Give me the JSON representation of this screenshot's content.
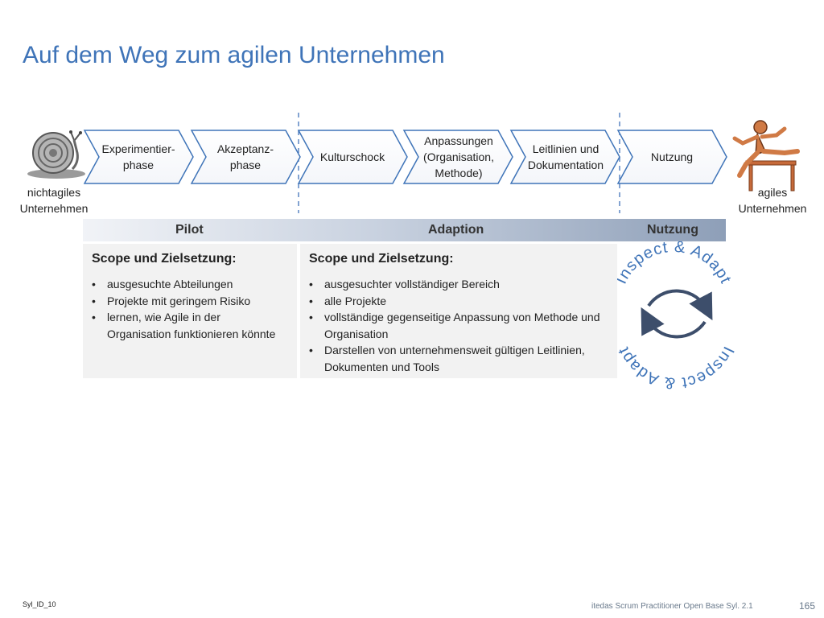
{
  "title": "Auf dem Weg zum agilen Unternehmen",
  "start_label": "nichtagiles Unternehmen",
  "end_label": "agiles Unternehmen",
  "phases": [
    {
      "label": "Experimentier-\nphase"
    },
    {
      "label": "Akzeptanz-\nphase"
    },
    {
      "label": "Kulturschock"
    },
    {
      "label": "Anpassungen\n(Organisation,\nMethode)"
    },
    {
      "label": "Leitlinien und\nDokumentation"
    },
    {
      "label": "Nutzung"
    }
  ],
  "band": {
    "pilot": "Pilot",
    "adaption": "Adaption",
    "nutzung": "Nutzung"
  },
  "pilot_box": {
    "heading": "Scope und Zielsetzung:",
    "items": [
      "ausgesuchte Abteilungen",
      "Projekte mit geringem Risiko",
      "lernen, wie Agile in der Organisation funktionieren könnte"
    ]
  },
  "adaption_box": {
    "heading": "Scope und Zielsetzung:",
    "items": [
      "ausgesuchter vollständiger Bereich",
      "alle Projekte",
      "vollständige gegenseitige Anpassung von Methode und Organisation",
      "Darstellen von unternehmensweit gültigen Leitlinien, Dokumenten und Tools"
    ]
  },
  "cycle": {
    "top_text": "Inspect & Adapt",
    "bottom_text": "Inspect & Adapt"
  },
  "footer": {
    "left": "Syl_ID_10",
    "center": "itedas Scrum Practitioner Open Base Syl. 2.1",
    "page": "165"
  },
  "colors": {
    "title": "#3f74b8",
    "chevron_border": "#3f74b8",
    "dashed_line": "#5b86c4",
    "cycle_arrow": "#3d4e6b",
    "cycle_text": "#3f74b8",
    "box_bg": "#f2f2f2"
  }
}
